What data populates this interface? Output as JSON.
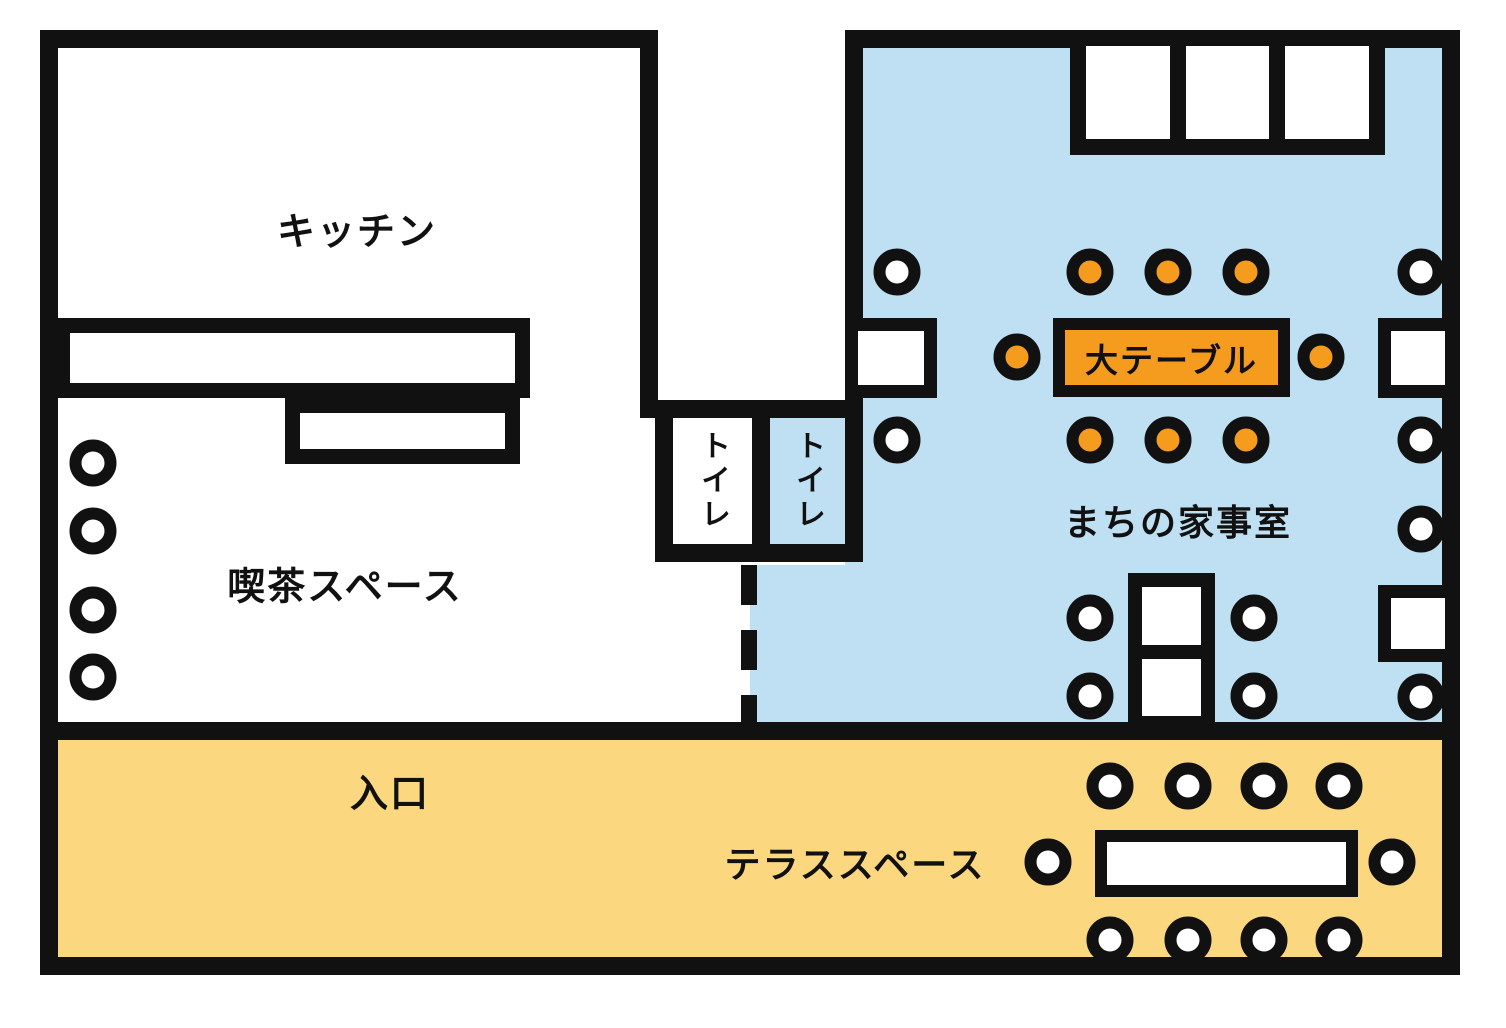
{
  "colors": {
    "wall": "#111111",
    "blue": "#BEE0F2",
    "yellow": "#FBD87F",
    "orange": "#F59C1F"
  },
  "rooms": {
    "kitchen": {
      "label": "キッチン"
    },
    "cafe": {
      "label": "喫茶スペース"
    },
    "toilet_left": {
      "label": "トイレ"
    },
    "toilet_right": {
      "label": "トイレ"
    },
    "kaji_room": {
      "label": "まちの家事室"
    },
    "entrance": {
      "label": "入口"
    },
    "terrace": {
      "label": "テラススペース"
    }
  },
  "furniture": {
    "big_table": {
      "label": "大テーブル"
    }
  }
}
